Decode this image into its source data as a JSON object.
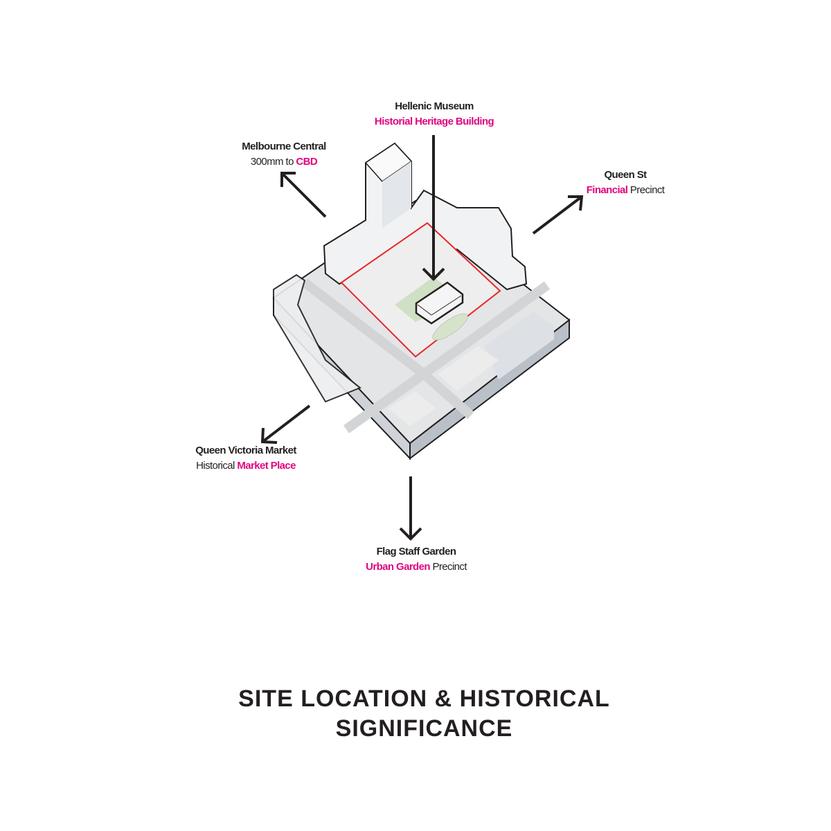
{
  "labels": {
    "hellenic": {
      "name": "Hellenic Museum",
      "highlight": "Historial Heritage Building"
    },
    "melbourne": {
      "name": "Melbourne Central",
      "prefix": "300mm to ",
      "highlight": "CBD"
    },
    "queen_st": {
      "name": "Queen St",
      "highlight": "Financial",
      "suffix": " Precinct"
    },
    "qvm": {
      "name": "Queen Victoria Market",
      "prefix": "Historical ",
      "highlight": "Market Place"
    },
    "flagstaff": {
      "name": "Flag Staff Garden",
      "highlight": "Urban Garden",
      "suffix": " Precinct"
    }
  },
  "title": {
    "line1": "SITE LOCATION & HISTORICAL",
    "line2": "SIGNIFICANCE"
  },
  "colors": {
    "accent": "#e0067f",
    "site_boundary": "#e8262b",
    "ink": "#231f20"
  }
}
